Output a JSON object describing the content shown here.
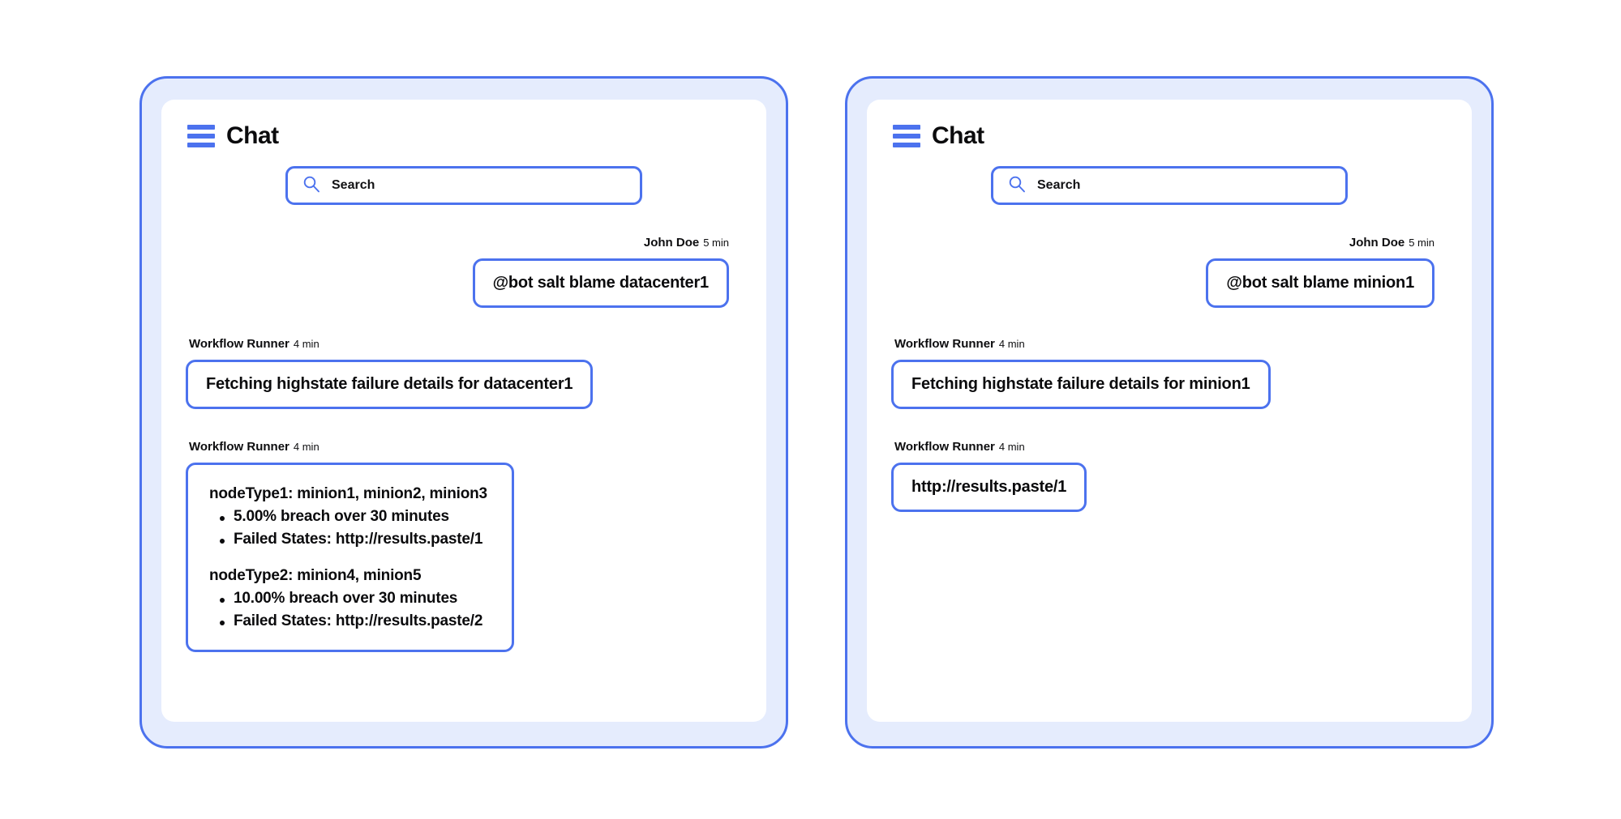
{
  "theme": {
    "accent": "#4c72ee",
    "card_fill": "#e5ecfd",
    "panel_fill": "#ffffff",
    "text": "#0b0b0d",
    "page_background": "#ffffff"
  },
  "panels": [
    {
      "id": "left",
      "header": {
        "title": "Chat",
        "menu_icon": "hamburger-icon"
      },
      "search": {
        "placeholder": "Search",
        "icon": "search-icon",
        "value": ""
      },
      "messages": [
        {
          "direction": "out",
          "sender": "John Doe",
          "time": "5 min",
          "type": "text",
          "text": "@bot salt blame datacenter1"
        },
        {
          "direction": "in",
          "sender": "Workflow Runner",
          "time": "4 min",
          "type": "text",
          "text": "Fetching highstate failure details for datacenter1"
        },
        {
          "direction": "in",
          "sender": "Workflow Runner",
          "time": "4 min",
          "type": "detail",
          "groups": [
            {
              "heading": "nodeType1: minion1, minion2, minion3",
              "items": [
                "5.00% breach over 30 minutes",
                "Failed States: http://results.paste/1"
              ]
            },
            {
              "heading": "nodeType2: minion4, minion5",
              "items": [
                "10.00% breach over 30 minutes",
                "Failed States: http://results.paste/2"
              ]
            }
          ]
        }
      ]
    },
    {
      "id": "right",
      "header": {
        "title": "Chat",
        "menu_icon": "hamburger-icon"
      },
      "search": {
        "placeholder": "Search",
        "icon": "search-icon",
        "value": ""
      },
      "messages": [
        {
          "direction": "out",
          "sender": "John Doe",
          "time": "5 min",
          "type": "text",
          "text": "@bot salt blame minion1"
        },
        {
          "direction": "in",
          "sender": "Workflow Runner",
          "time": "4 min",
          "type": "text",
          "text": "Fetching highstate failure details for minion1"
        },
        {
          "direction": "in",
          "sender": "Workflow Runner",
          "time": "4 min",
          "type": "text",
          "text": "http://results.paste/1"
        }
      ]
    }
  ]
}
